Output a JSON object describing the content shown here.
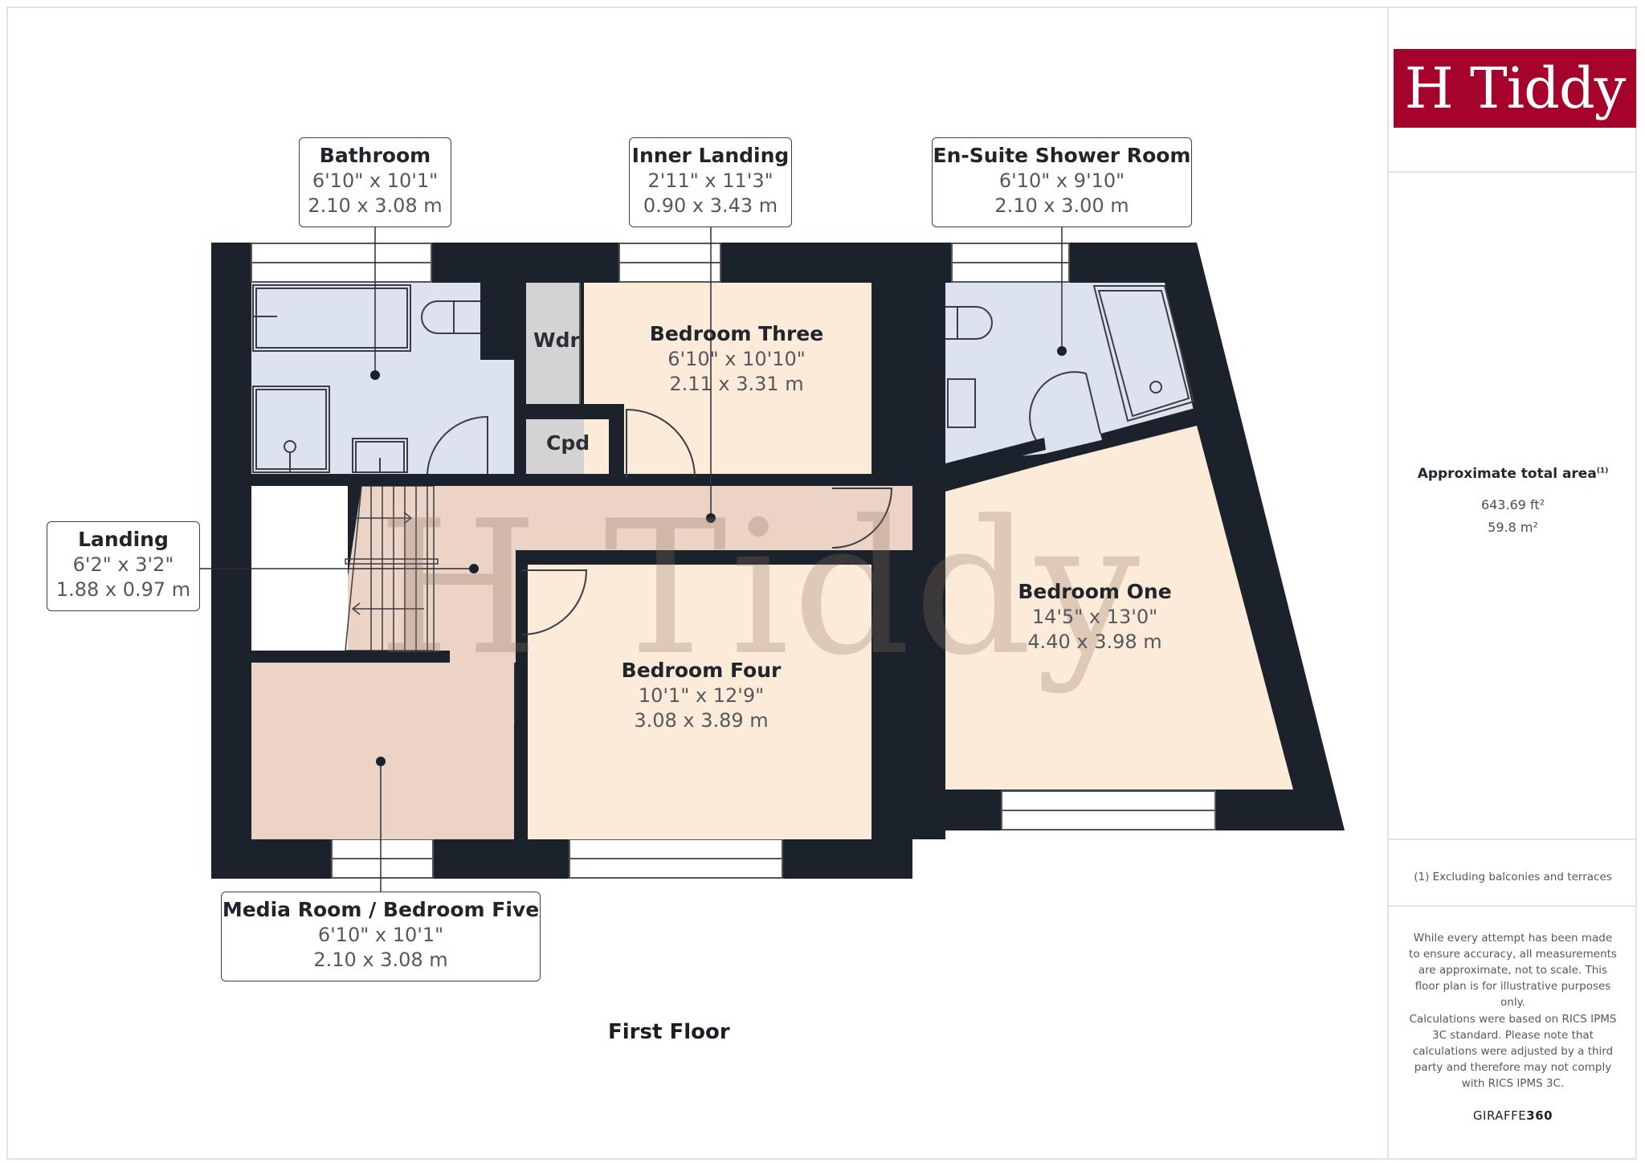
{
  "brand": {
    "logo_text": "H Tiddy",
    "logo_bg": "#a6032c",
    "provider": "GIRAFFE",
    "provider_bold": "360"
  },
  "summary": {
    "area_title": "Approximate total area",
    "area_superscript": "(1)",
    "area_ft2": "643.69 ft²",
    "area_m2": "59.8 m²",
    "footnote": "(1) Excluding balconies and terraces",
    "disclaimer_1": "While every attempt has been made to ensure accuracy, all measurements are approximate, not to scale. This floor plan is for illustrative purposes only.",
    "disclaimer_2": "Calculations were based on RICS IPMS 3C standard. Please note that calculations were adjusted by a third party and therefore may not comply with RICS IPMS 3C."
  },
  "floor": {
    "title": "First Floor",
    "watermark": "H Tiddy"
  },
  "colors": {
    "wall": "#1c222c",
    "bathroom_fill": "#dde3ee",
    "bedroom_fill": "#fdebd9",
    "landing_fill": "#ebd3c6",
    "storage_fill": "#d3d3d3"
  },
  "rooms": {
    "bathroom": {
      "name": "Bathroom",
      "imperial": "6'10\" x 10'1\"",
      "metric": "2.10 x 3.08 m"
    },
    "inner_landing": {
      "name": "Inner Landing",
      "imperial": "2'11\" x 11'3\"",
      "metric": "0.90 x 3.43 m"
    },
    "ensuite": {
      "name": "En-Suite Shower Room",
      "imperial": "6'10\" x 9'10\"",
      "metric": "2.10 x 3.00 m"
    },
    "landing": {
      "name": "Landing",
      "imperial": "6'2\" x 3'2\"",
      "metric": "1.88 x 0.97 m"
    },
    "media_room": {
      "name": "Media Room / Bedroom Five",
      "imperial": "6'10\" x 10'1\"",
      "metric": "2.10 x 3.08 m"
    },
    "bedroom_three": {
      "name": "Bedroom Three",
      "imperial": "6'10\" x 10'10\"",
      "metric": "2.11 x 3.31 m"
    },
    "bedroom_four": {
      "name": "Bedroom Four",
      "imperial": "10'1\" x 12'9\"",
      "metric": "3.08 x 3.89 m"
    },
    "bedroom_one": {
      "name": "Bedroom One",
      "imperial": "14'5\" x 13'0\"",
      "metric": "4.40 x 3.98 m"
    },
    "wardrobe": {
      "name": "Wdr"
    },
    "cupboard": {
      "name": "Cpd"
    }
  }
}
